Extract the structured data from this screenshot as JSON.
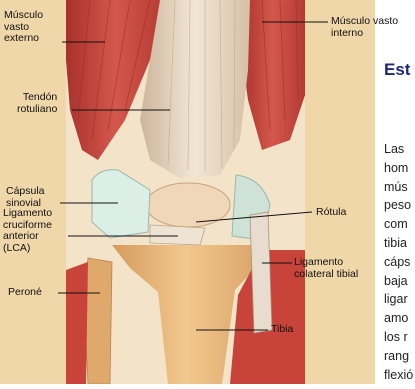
{
  "labels": {
    "vasto_externo": [
      "Músculo",
      "vasto",
      "externo"
    ],
    "vasto_interno": [
      "Músculo vasto",
      "interno"
    ],
    "tendon": [
      "Tendón",
      "rotuliano"
    ],
    "capsula": [
      "Cápsula",
      "sinovial"
    ],
    "rotula": "Rótula",
    "lca": [
      "Ligamento",
      "cruciforme",
      "anterior",
      "(LCA)"
    ],
    "colateral": [
      "Ligamento",
      "colateral tibial"
    ],
    "perone": "Peroné",
    "tibia": "Tibia"
  },
  "article": {
    "heading": "Est",
    "lines": [
      "Las",
      "hom",
      "mús",
      "peso",
      "com",
      "tibia",
      "cáps",
      "baja",
      "ligar",
      "amo",
      "los r",
      "rang",
      "flexió"
    ]
  },
  "colors": {
    "muscle": "#c8443a",
    "tendon": "#e9d7c2",
    "bone": "#e8b77a",
    "synovial": "#dcefe6",
    "heading": "#1d2a7a"
  }
}
